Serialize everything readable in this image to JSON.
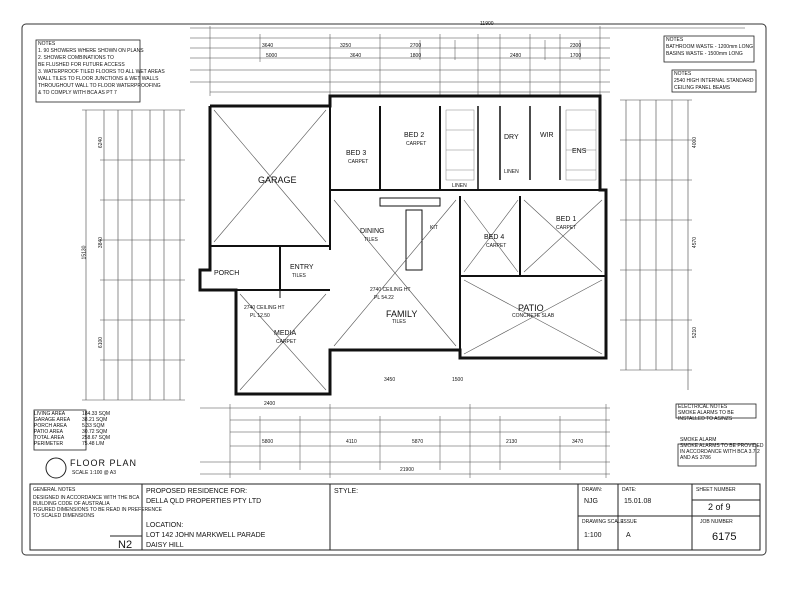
{
  "plan": {
    "rooms": {
      "garage": "GARAGE",
      "bed3": "BED 3",
      "bed3_floor": "CARPET",
      "bed2": "BED 2",
      "bed2_floor": "CARPET",
      "dry": "DRY",
      "wir": "WIR",
      "ens": "ENS",
      "dining": "DINING",
      "dining_floor": "TILES",
      "bed1": "BED 1",
      "bed1_floor": "CARPET",
      "bed4": "BED 4",
      "bed4_floor": "CARPET",
      "entry": "ENTRY",
      "entry_floor": "TILES",
      "porch": "PORCH",
      "family": "FAMILY",
      "family_floor": "TILES",
      "family_ceiling": "2740 CEILING HT",
      "family_ceiling_area": "PL 54.22",
      "patio": "PATIO",
      "patio_floor": "CONCRETE SLAB",
      "media": "MEDIA",
      "media_floor": "CARPET",
      "media_ceiling": "2740 CEILING HT",
      "media_ceiling_area": "PL 12.50",
      "linen1": "LINEN",
      "linen2": "LINEN",
      "kit": "KIT"
    },
    "dimensions": {
      "overall_top": "11900",
      "overall_bottom": "21900",
      "top_row": [
        "3640",
        "3250",
        "2700",
        "2300"
      ],
      "mid_row": [
        "5000",
        "3640",
        "1800",
        "2480",
        "1700"
      ],
      "bottom_row": [
        "5800",
        "4110",
        "5870",
        "2130",
        "3470"
      ],
      "left_overall": "15130",
      "left_side": [
        "6240",
        "3840",
        "6100"
      ],
      "right_side": [
        "4000",
        "4570",
        "5210"
      ],
      "win_3450": "3450",
      "win_1500": "1500",
      "win_2400": "2400"
    },
    "area_schedule": [
      {
        "label": "LIVING AREA",
        "value": "184.33 SQM"
      },
      {
        "label": "GARAGE AREA",
        "value": "38.21 SQM"
      },
      {
        "label": "PORCH AREA",
        "value": "5.33 SQM"
      },
      {
        "label": "PATIO AREA",
        "value": "30.72 SQM"
      },
      {
        "label": "TOTAL AREA",
        "value": "258.67 SQM"
      },
      {
        "label": "PERIMETER",
        "value": "75.48 L/M"
      }
    ],
    "notes_top_left": [
      "NOTES",
      "1. 90 SHOWERS WHERE SHOWN ON PLANS",
      "2. SHOWER COMBINATIONS TO",
      "BE FLUSHED FOR FUTURE ACCESS",
      "3. WATERPROOF TILED FLOORS TO ALL WET AREAS",
      "WALL TILES TO FLOOR JUNCTIONS & WET WALLS",
      "THROUGHOUT WALL TO FLOOR WATERPROOFING",
      "& TO COMPLY WITH BCA AS PT 7"
    ],
    "notes_top_right": [
      "NOTES",
      "BATHROOM WASTE - 1200mm LONG",
      "BASINS WASTE - 1500mm LONG"
    ],
    "notes_right_mid": [
      "NOTES",
      "2540 HIGH INTERNAL STANDARD",
      "CEILING PANEL BEAMS"
    ],
    "electrical_notes": [
      "ELECTRICAL NOTES",
      "SMOKE ALARMS TO BE",
      "INSTALLED TO AS/NZS"
    ],
    "smoke_alarm": [
      "SMOKE ALARM",
      "SMOKE ALARMS TO BE PROVIDED",
      "IN ACCORDANCE WITH BCA 3.7.2",
      "AND AS 3786"
    ],
    "floor_plan_title": "FLOOR PLAN",
    "floor_plan_scale": "SCALE 1:100 @ A3"
  },
  "title_block": {
    "left_notes": [
      "GENERAL NOTES",
      "DESIGNED IN ACCORDANCE WITH THE BCA",
      "BUILDING CODE OF AUSTRALIA",
      "FIGURED DIMENSIONS TO BE READ IN PREFERENCE",
      "TO SCALED DIMENSIONS"
    ],
    "drawing_code": "N2",
    "proposed_label": "PROPOSED RESIDENCE FOR:",
    "client": "DELLA QLD PROPERTIES PTY LTD",
    "location_label": "LOCATION:",
    "location_line1": "LOT 142 JOHN MARKWELL PARADE",
    "location_line2": "DAISY HILL",
    "style_label": "STYLE:",
    "drawn_label": "DRAWN:",
    "drawn_value": "NJG",
    "date_label": "DATE:",
    "date_value": "15.01.08",
    "sheet_label": "SHEET NUMBER",
    "sheet_value": "2 of 9",
    "scale_label": "DRAWING SCALE",
    "scale_value": "1:100",
    "issue_label": "ISSUE",
    "issue_value": "A",
    "job_label": "JOB NUMBER",
    "job_value": "6175"
  }
}
